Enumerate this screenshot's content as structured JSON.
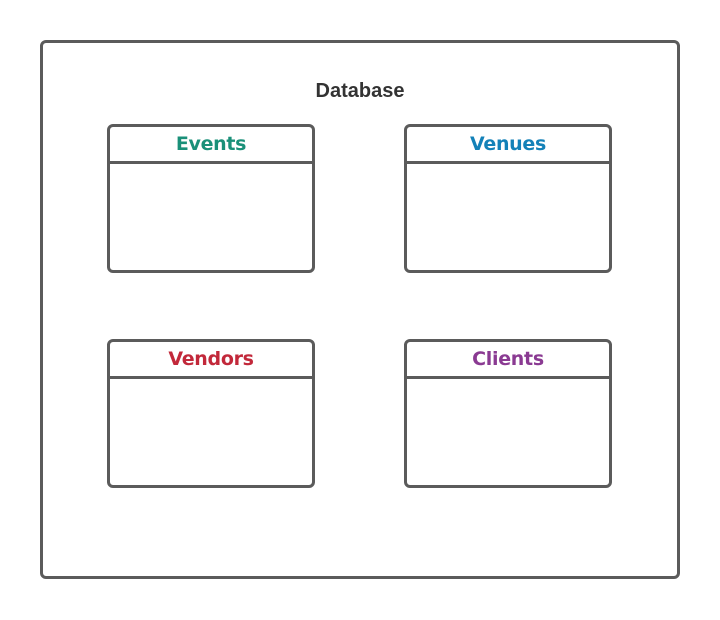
{
  "container": {
    "title": "Database"
  },
  "entities": [
    {
      "name": "Events",
      "color": "#1a9079"
    },
    {
      "name": "Venues",
      "color": "#1381b8"
    },
    {
      "name": "Vendors",
      "color": "#c2283a"
    },
    {
      "name": "Clients",
      "color": "#8a3a92"
    }
  ],
  "colors": {
    "border": "#5b5b5b",
    "title": "#333333"
  }
}
